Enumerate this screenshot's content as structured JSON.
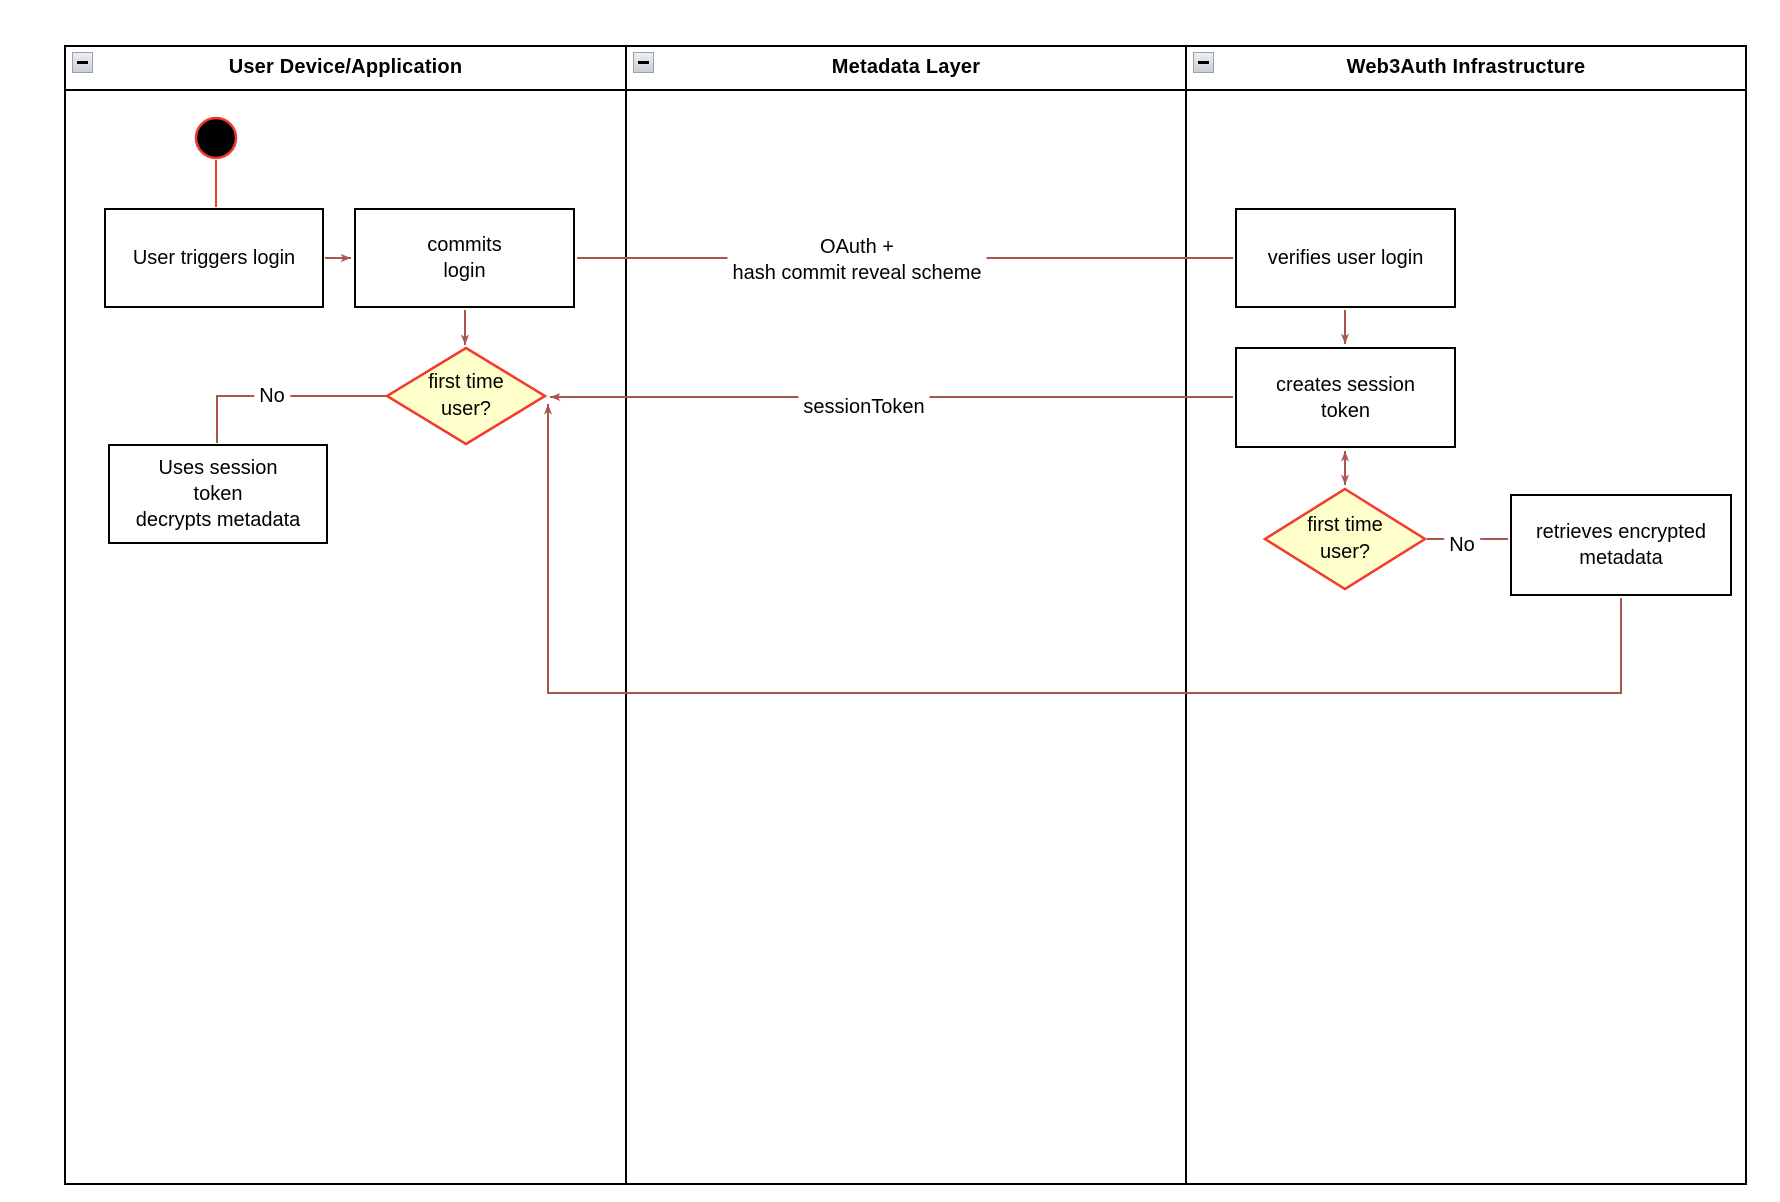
{
  "pool": {
    "lanes": [
      {
        "id": "user-device",
        "title": "User Device/Application"
      },
      {
        "id": "metadata-layer",
        "title": "Metadata Layer"
      },
      {
        "id": "web3auth-infrastructure",
        "title": "Web3Auth Infrastructure"
      }
    ]
  },
  "nodes": {
    "start": {
      "type": "initial-node"
    },
    "user_triggers_login": {
      "lines": [
        "User triggers login"
      ]
    },
    "commits_login": {
      "lines": [
        "commits",
        "login"
      ]
    },
    "verifies_user_login": {
      "lines": [
        "verifies user login"
      ]
    },
    "creates_session_token": {
      "lines": [
        "creates session",
        "token"
      ]
    },
    "first_time_user_device": {
      "lines": [
        "first time",
        "user?"
      ]
    },
    "uses_session_token": {
      "lines": [
        "Uses session",
        "token",
        "decrypts metadata"
      ]
    },
    "first_time_user_infra": {
      "lines": [
        "first time",
        "user?"
      ]
    },
    "retrieves_encrypted_metadata": {
      "lines": [
        "retrieves encrypted",
        "metadata"
      ]
    }
  },
  "edges": {
    "oauth": {
      "lines": [
        "OAuth +",
        "hash commit reveal scheme"
      ]
    },
    "session_token": {
      "label": "sessionToken"
    },
    "no_device": {
      "label": "No"
    },
    "no_infra": {
      "label": "No"
    }
  },
  "colors": {
    "wire": "#a9574e",
    "accent_red": "#f23a2d",
    "decision_fill": "#ffffcc",
    "decision_border": "#f23a2d",
    "node_border": "#000000",
    "node_fill": "#ffffff",
    "lane_border": "#000000"
  }
}
